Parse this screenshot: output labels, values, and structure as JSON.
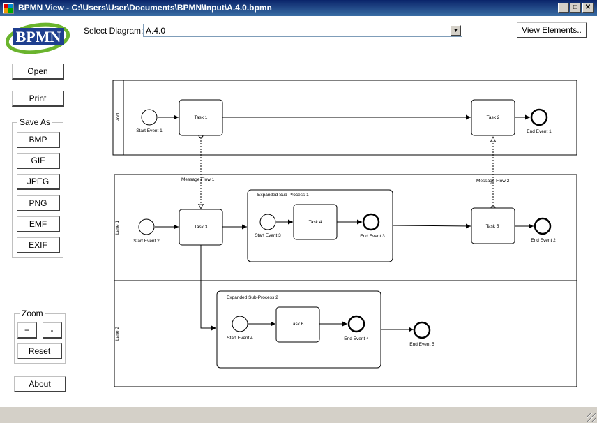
{
  "window": {
    "title": "BPMN View - C:\\Users\\User\\Documents\\BPMN\\Input\\A.4.0.bpmn",
    "minimize": "_",
    "maximize": "□",
    "close": "✕"
  },
  "logo": {
    "text": "BPMN"
  },
  "toolbar": {
    "select_label": "Select Diagram:",
    "selected_diagram": "A.4.0",
    "view_elements": "View Elements.."
  },
  "left_panel": {
    "open": "Open",
    "print": "Print",
    "save_as": {
      "label": "Save As",
      "formats": [
        "BMP",
        "GIF",
        "JPEG",
        "PNG",
        "EMF",
        "EXIF"
      ]
    },
    "zoom": {
      "label": "Zoom",
      "plus": "+",
      "minus": "-",
      "reset": "Reset"
    },
    "about": "About"
  },
  "diagram": {
    "pool": "Pool",
    "lane1": "Lane 1",
    "lane2": "Lane 2",
    "nodes": {
      "start_event_1": "Start Event 1",
      "task_1": "Task 1",
      "task_2": "Task 2",
      "end_event_1": "End Event 1",
      "message_flow_1": "Message Flow 1",
      "message_flow_2": "Message Flow 2",
      "start_event_2": "Start Event 2",
      "task_3": "Task 3",
      "subprocess_1": "Expanded Sub-Process 1",
      "start_event_3": "Start Event 3",
      "task_4": "Task 4",
      "end_event_3": "End Event 3",
      "task_5": "Task 5",
      "end_event_2": "End Event 2",
      "subprocess_2": "Expanded Sub-Process 2",
      "start_event_4": "Start Event 4",
      "task_6": "Task 6",
      "end_event_4": "End Event 4",
      "end_event_5": "End Event 5"
    }
  }
}
